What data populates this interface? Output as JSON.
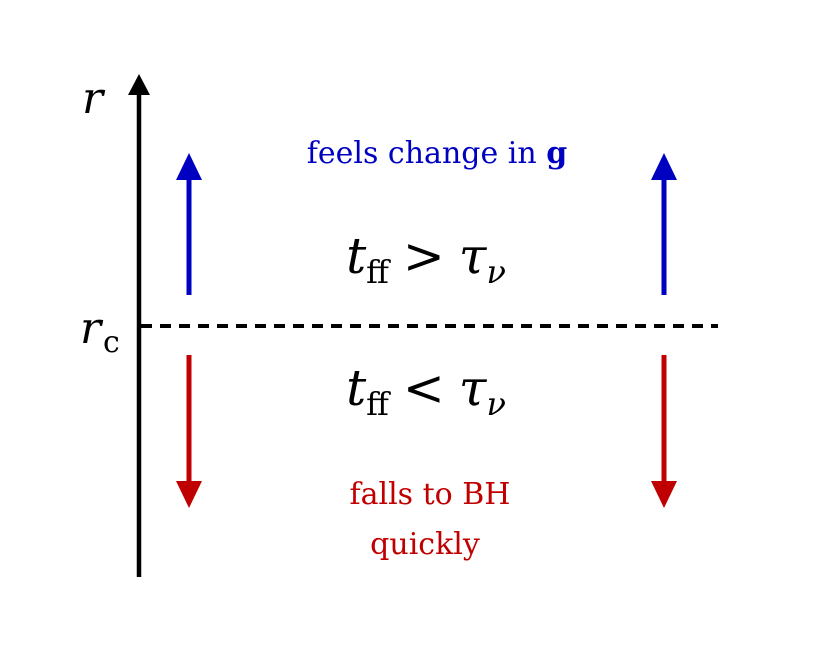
{
  "axis": {
    "label": "r",
    "critical_label_main": "r",
    "critical_label_sub": "c"
  },
  "colors": {
    "axis": "#000000",
    "upper": "#0000c0",
    "lower": "#c00000",
    "text": "#000000"
  },
  "upper": {
    "caption_text": "feels change in ",
    "caption_bold": "g",
    "inequality": {
      "lhs_main": "t",
      "lhs_sub": "ff",
      "operator": ">",
      "rhs_main": "τ",
      "rhs_sub": "ν"
    }
  },
  "lower": {
    "caption_line1": "falls to BH",
    "caption_line2": "quickly",
    "inequality": {
      "lhs_main": "t",
      "lhs_sub": "ff",
      "operator": "<",
      "rhs_main": "τ",
      "rhs_sub": "ν"
    }
  }
}
